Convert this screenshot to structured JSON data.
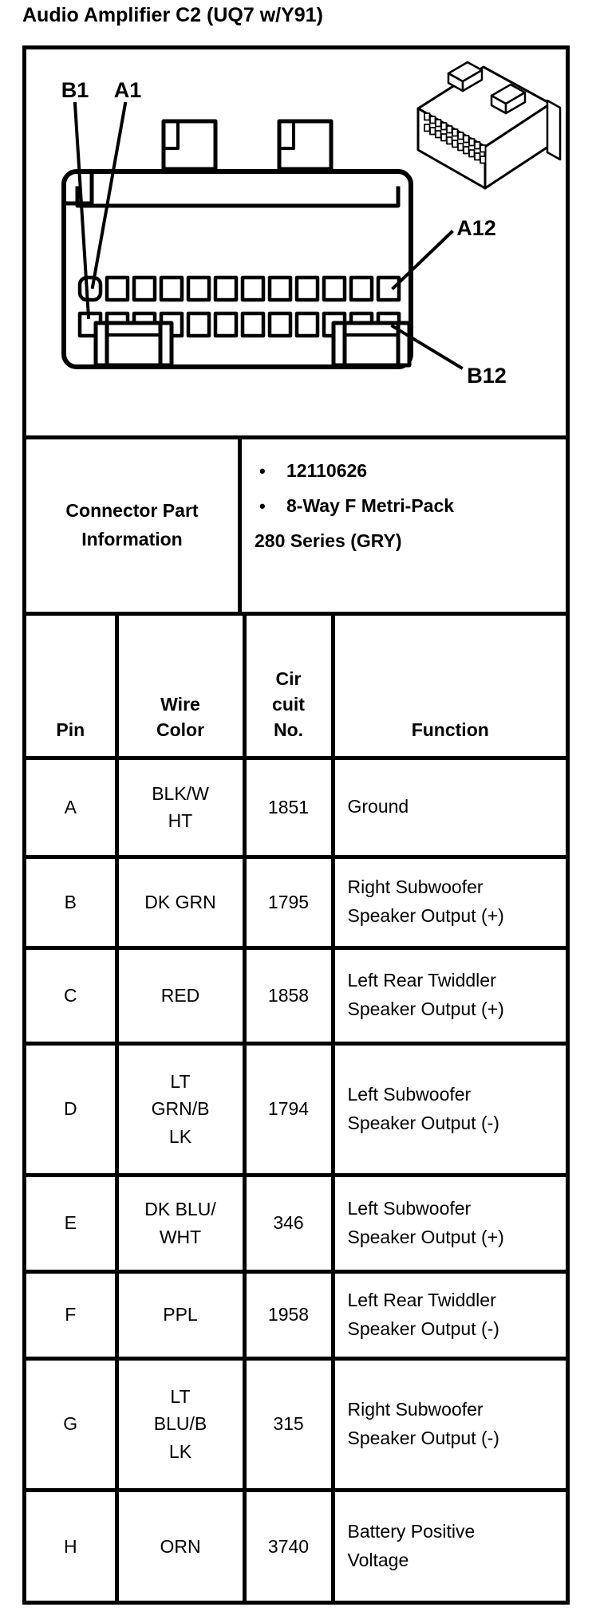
{
  "page": {
    "title": "Audio Amplifier C2 (UQ7 w/Y91)"
  },
  "diagram": {
    "labels": {
      "b1": "B1",
      "a1": "A1",
      "a12": "A12",
      "b12": "B12"
    }
  },
  "part_info": {
    "header": "Connector Part\nInformation",
    "bullet_glyph": "•",
    "bullets": [
      "12110626",
      "8-Way F Metri-Pack"
    ],
    "continuation": "280 Series (GRY)"
  },
  "pin_table": {
    "headers": {
      "pin": "Pin",
      "wire_color": "Wire\nColor",
      "circuit_no": "Cir\ncuit\nNo.",
      "function": "Function"
    },
    "rows": [
      {
        "pin": "A",
        "wire_color": "BLK/W\nHT",
        "circuit_no": "1851",
        "function": "Ground"
      },
      {
        "pin": "B",
        "wire_color": "DK GRN",
        "circuit_no": "1795",
        "function": "Right Subwoofer\nSpeaker Output (+)"
      },
      {
        "pin": "C",
        "wire_color": "RED",
        "circuit_no": "1858",
        "function": "Left Rear Twiddler\nSpeaker Output (+)"
      },
      {
        "pin": "D",
        "wire_color": "LT\nGRN/B\nLK",
        "circuit_no": "1794",
        "function": "Left Subwoofer\nSpeaker Output (-)"
      },
      {
        "pin": "E",
        "wire_color": "DK BLU/\nWHT",
        "circuit_no": "346",
        "function": "Left Subwoofer\nSpeaker Output (+)"
      },
      {
        "pin": "F",
        "wire_color": "PPL",
        "circuit_no": "1958",
        "function": "Left Rear Twiddler\nSpeaker Output (-)"
      },
      {
        "pin": "G",
        "wire_color": "LT\nBLU/B\nLK",
        "circuit_no": "315",
        "function": "Right Subwoofer\nSpeaker Output (-)"
      },
      {
        "pin": "H",
        "wire_color": "ORN",
        "circuit_no": "3740",
        "function": "Battery Positive\nVoltage"
      }
    ]
  },
  "colors": {
    "ink": "#000000",
    "paper": "#ffffff"
  }
}
